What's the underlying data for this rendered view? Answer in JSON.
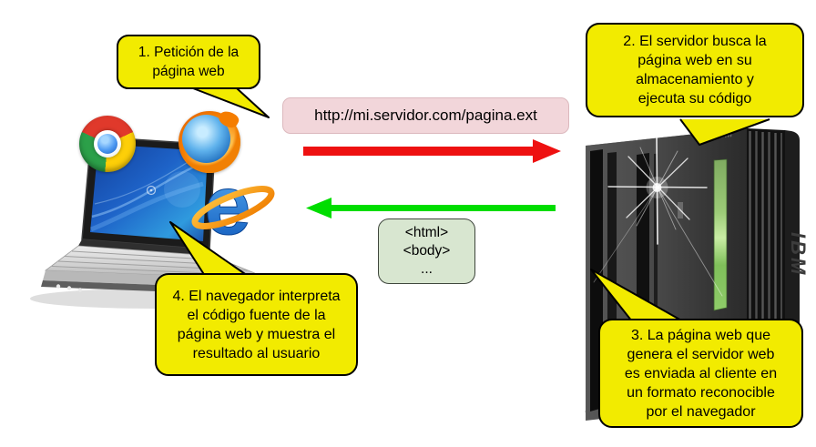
{
  "bubbles": {
    "step1": {
      "lines": [
        "1. Petición de la",
        "página web"
      ]
    },
    "step2": {
      "lines": [
        "2. El servidor busca la",
        "página web en su",
        "almacenamiento y",
        "ejecuta su código"
      ]
    },
    "step3": {
      "lines": [
        "3. La página web que",
        "genera el servidor web",
        "es enviada al cliente en",
        "un formato reconocible",
        "por el navegador"
      ]
    },
    "step4": {
      "lines": [
        "4. El navegador interpreta",
        "el código fuente de la",
        "página web y muestra el",
        "resultado al usuario"
      ]
    }
  },
  "request": {
    "url": "http://mi.servidor.com/pagina.ext"
  },
  "response": {
    "code_lines": [
      "<html>",
      "<body>",
      "..."
    ]
  },
  "server": {
    "brand": "IBM"
  },
  "icons": {
    "chrome": "chrome-browser-logo",
    "firefox": "firefox-browser-logo",
    "ie": "internet-explorer-logo",
    "ie_glyph": "e",
    "starburst": "sparkle-flare"
  },
  "colors": {
    "background": "#ffffff",
    "bubble_fill": "#f2eb00",
    "bubble_border": "#000000",
    "request_box_fill": "#f2d6da",
    "response_box_fill": "#d8e6d0",
    "request_arrow": "#ee1111",
    "response_arrow": "#00dd00"
  }
}
